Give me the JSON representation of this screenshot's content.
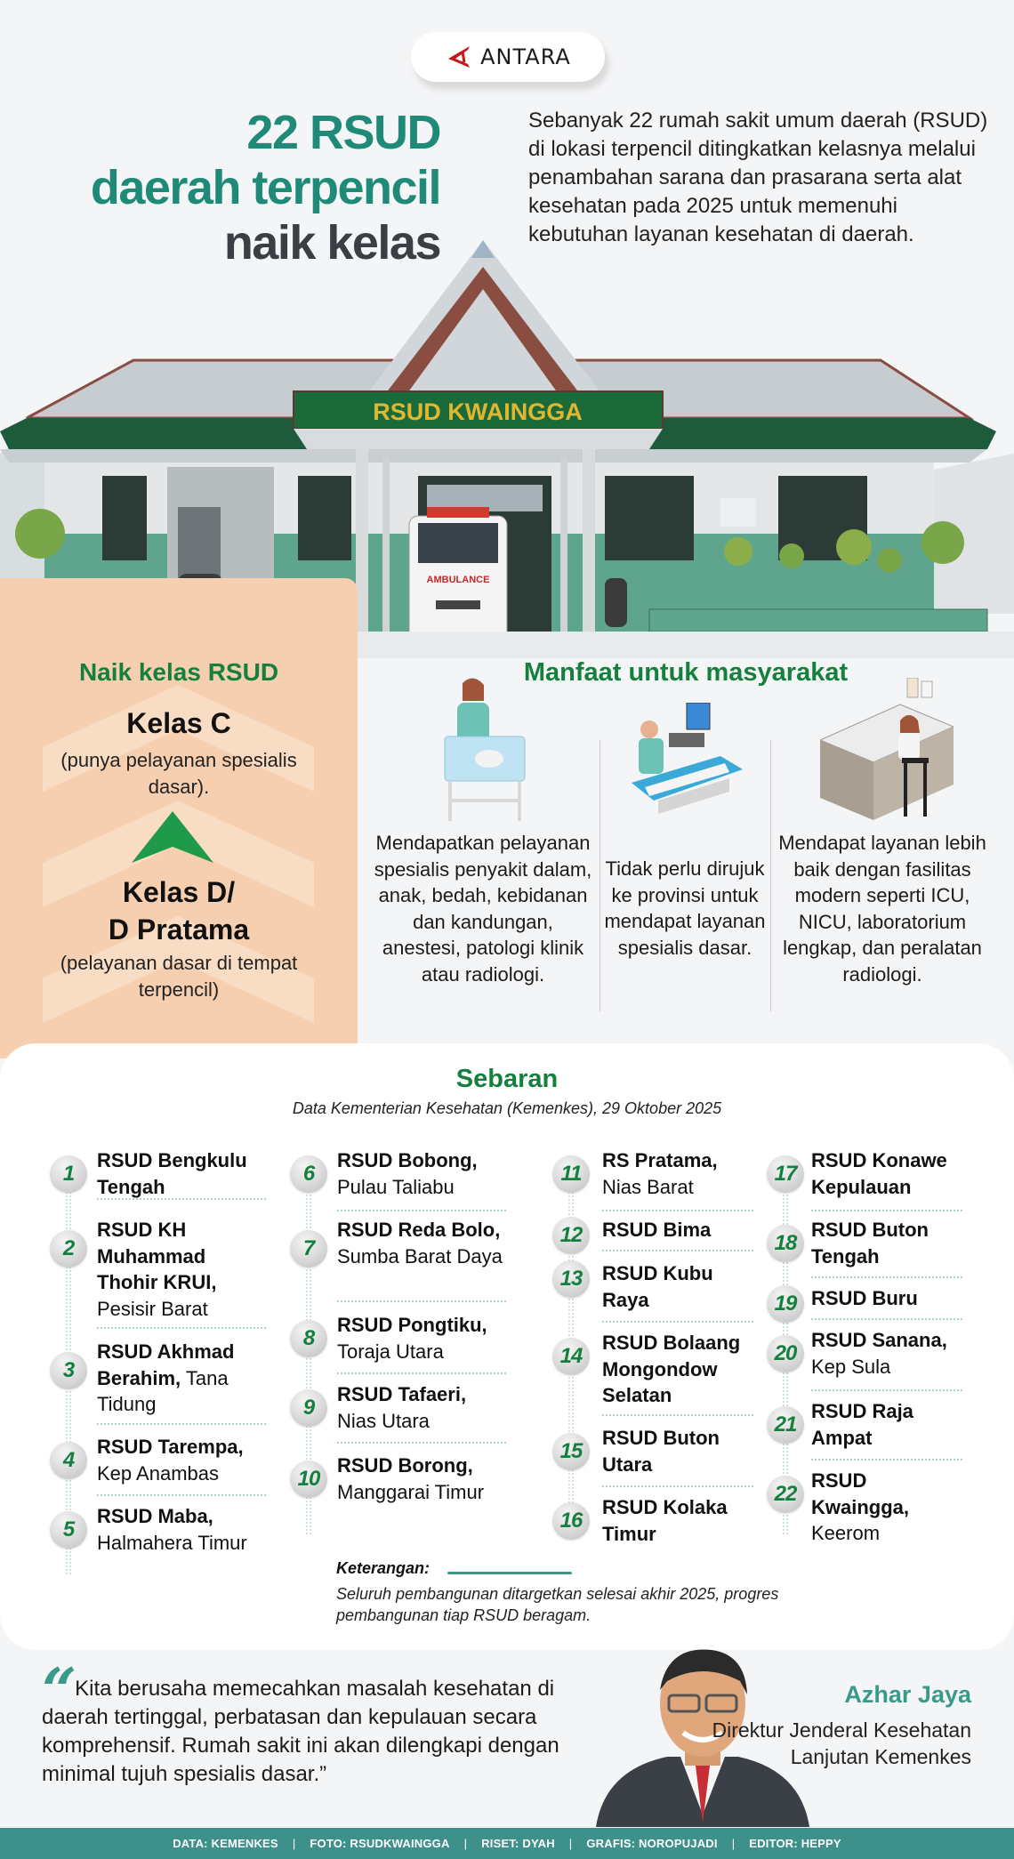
{
  "brand": {
    "logo_text": "ANTARA",
    "accent": "#c4161c"
  },
  "header": {
    "title_line1": "22 RSUD",
    "title_line2": "daerah terpencil",
    "title_line3": "naik kelas",
    "intro": "Sebanyak 22 rumah sakit umum daerah (RSUD) di lokasi terpencil ditingkatkan kelasnya melalui penambahan sarana dan prasarana serta alat kesehatan pada 2025 untuk memenuhi kebutuhan layanan kesehatan di daerah."
  },
  "photo": {
    "sign_text": "RSUD KWAINGGA",
    "ambulance_text": "AMBULANCE"
  },
  "naik_kelas": {
    "heading": "Naik kelas RSUD",
    "upper_class": "Kelas C",
    "upper_desc": "(punya pelayanan spesialis dasar).",
    "lower_class_line1": "Kelas D/",
    "lower_class_line2": "D Pratama",
    "lower_desc": "(pelayanan dasar di tempat terpencil)"
  },
  "manfaat": {
    "heading": "Manfaat untuk masyarakat",
    "items": [
      {
        "icon": "nurse-incubator-icon",
        "text": "Mendapatkan pelayanan spesialis penyakit dalam, anak, bedah, kebidanan dan kandungan, anestesi, patologi klinik atau radiologi."
      },
      {
        "icon": "patient-scan-icon",
        "text": "Tidak perlu dirujuk ke provinsi untuk mendapat layanan spesialis dasar."
      },
      {
        "icon": "laboratory-desk-icon",
        "text": "Mendapat  layanan lebih baik dengan fasilitas modern seperti ICU, NICU, laboratorium lengkap, dan peralatan radiologi."
      }
    ]
  },
  "sebaran": {
    "heading": "Sebaran",
    "source": "Data Kementerian Kesehatan (Kemenkes), 29 Oktober 2025",
    "hospitals": [
      {
        "no": "1",
        "name": "RSUD Bengkulu Tengah",
        "region": ""
      },
      {
        "no": "2",
        "name": "RSUD KH Muhammad Thohir KRUI,",
        "region": "Pesisir Barat"
      },
      {
        "no": "3",
        "name": "RSUD Akhmad Berahim,",
        "region": "Tana Tidung"
      },
      {
        "no": "4",
        "name": "RSUD Tarempa,",
        "region": "Kep Anambas"
      },
      {
        "no": "5",
        "name": "RSUD Maba,",
        "region": "Halmahera Timur"
      },
      {
        "no": "6",
        "name": "RSUD Bobong,",
        "region": "Pulau Taliabu"
      },
      {
        "no": "7",
        "name": "RSUD Reda Bolo,",
        "region": "Sumba Barat Daya"
      },
      {
        "no": "8",
        "name": "RSUD Pongtiku,",
        "region": "Toraja Utara"
      },
      {
        "no": "9",
        "name": "RSUD Tafaeri,",
        "region": "Nias Utara"
      },
      {
        "no": "10",
        "name": "RSUD Borong,",
        "region": "Manggarai Timur"
      },
      {
        "no": "11",
        "name": "RS Pratama,",
        "region": "Nias Barat"
      },
      {
        "no": "12",
        "name": "RSUD Bima",
        "region": ""
      },
      {
        "no": "13",
        "name": "RSUD Kubu Raya",
        "region": ""
      },
      {
        "no": "14",
        "name": "RSUD Bolaang Mongondow Selatan",
        "region": ""
      },
      {
        "no": "15",
        "name": "RSUD Buton Utara",
        "region": ""
      },
      {
        "no": "16",
        "name": "RSUD Kolaka Timur",
        "region": ""
      },
      {
        "no": "17",
        "name": "RSUD Konawe Kepulauan",
        "region": ""
      },
      {
        "no": "18",
        "name": "RSUD Buton Tengah",
        "region": ""
      },
      {
        "no": "19",
        "name": "RSUD Buru",
        "region": ""
      },
      {
        "no": "20",
        "name": "RSUD Sanana,",
        "region": "Kep Sula"
      },
      {
        "no": "21",
        "name": "RSUD Raja Ampat",
        "region": ""
      },
      {
        "no": "22",
        "name": "RSUD Kwaingga,",
        "region": "Keerom"
      }
    ],
    "note_label": "Keterangan:",
    "note_text": "Seluruh pembangunan ditargetkan selesai akhir 2025, progres pembangunan tiap RSUD beragam."
  },
  "quote": {
    "text": "Kita berusaha memecahkan masalah kesehatan di daerah tertinggal, perbatasan dan kepulauan secara komprehensif. Rumah sakit ini akan dilengkapi dengan minimal tujuh spesialis dasar.”",
    "person_name": "Azhar Jaya",
    "person_role": "Direktur Jenderal Kesehatan Lanjutan Kemenkes"
  },
  "credits": [
    "DATA: KEMENKES",
    "FOTO: RSUDKWAINGGA",
    "RISET: DYAH",
    "GRAFIS: NOROPUJADI",
    "EDITOR: HEPPY"
  ],
  "colors": {
    "teal": "#1f8a77",
    "green": "#15803d",
    "peach": "#f6cfb0",
    "footer": "#3d918a"
  }
}
